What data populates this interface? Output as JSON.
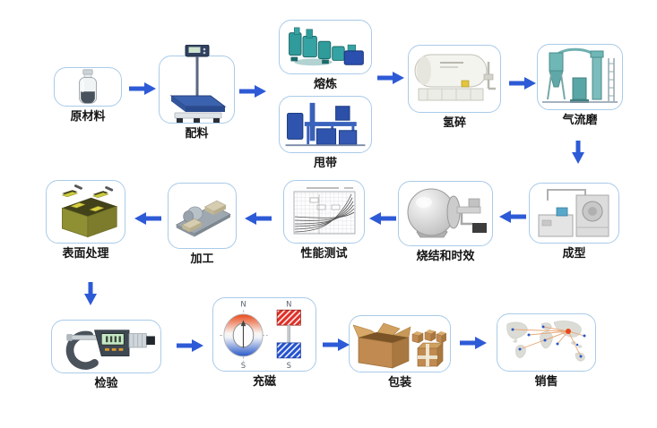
{
  "diagram": {
    "type": "flowchart",
    "background_color": "#ffffff",
    "box_border_color": "#a9cbe9",
    "arrow_color": "#2d5ad6",
    "label_color": "#141414",
    "nodes": [
      {
        "id": "raw-material",
        "label": "原材料",
        "icon": "bottle-icon"
      },
      {
        "id": "batching",
        "label": "配料",
        "icon": "platform-scale-icon"
      },
      {
        "id": "melting",
        "label": "熔炼",
        "icon": "melting-machine-icon"
      },
      {
        "id": "strip-casting",
        "label": "甩带",
        "icon": "strip-casting-machine-icon"
      },
      {
        "id": "hydrogen-decrepitation",
        "label": "氢碎",
        "icon": "hydrogen-tank-icon"
      },
      {
        "id": "jet-milling",
        "label": "气流磨",
        "icon": "jet-mill-icon"
      },
      {
        "id": "molding",
        "label": "成型",
        "icon": "press-machine-icon"
      },
      {
        "id": "sintering-aging",
        "label": "烧结和时效",
        "icon": "sintering-furnace-icon"
      },
      {
        "id": "performance-testing",
        "label": "性能测试",
        "icon": "test-chart-icon"
      },
      {
        "id": "machining",
        "label": "加工",
        "icon": "machining-icon"
      },
      {
        "id": "surface-treatment",
        "label": "表面处理",
        "icon": "coated-blocks-icon"
      },
      {
        "id": "inspection",
        "label": "检验",
        "icon": "micrometer-icon"
      },
      {
        "id": "magnetizing",
        "label": "充磁",
        "icon": "magnet-diagram-icon"
      },
      {
        "id": "packaging",
        "label": "包装",
        "icon": "carton-boxes-icon"
      },
      {
        "id": "sales",
        "label": "销售",
        "icon": "world-map-icon"
      }
    ],
    "edges": [
      {
        "from": "原材料",
        "to": "配料",
        "direction": "right"
      },
      {
        "from": "配料",
        "to": "熔炼/甩带",
        "direction": "right"
      },
      {
        "from": "熔炼/甩带",
        "to": "氢碎",
        "direction": "right"
      },
      {
        "from": "氢碎",
        "to": "气流磨",
        "direction": "right"
      },
      {
        "from": "气流磨",
        "to": "成型",
        "direction": "down"
      },
      {
        "from": "成型",
        "to": "烧结和时效",
        "direction": "left"
      },
      {
        "from": "烧结和时效",
        "to": "性能测试",
        "direction": "left"
      },
      {
        "from": "性能测试",
        "to": "加工",
        "direction": "left"
      },
      {
        "from": "加工",
        "to": "表面处理",
        "direction": "left"
      },
      {
        "from": "表面处理",
        "to": "检验",
        "direction": "down"
      },
      {
        "from": "检验",
        "to": "充磁",
        "direction": "right"
      },
      {
        "from": "充磁",
        "to": "包装",
        "direction": "right"
      },
      {
        "from": "包装",
        "to": "销售",
        "direction": "right"
      }
    ],
    "magnetizing_diagram": {
      "ring": {
        "top": "N",
        "bottom": "S"
      },
      "bar": {
        "top": "N",
        "bottom": "S"
      }
    }
  }
}
